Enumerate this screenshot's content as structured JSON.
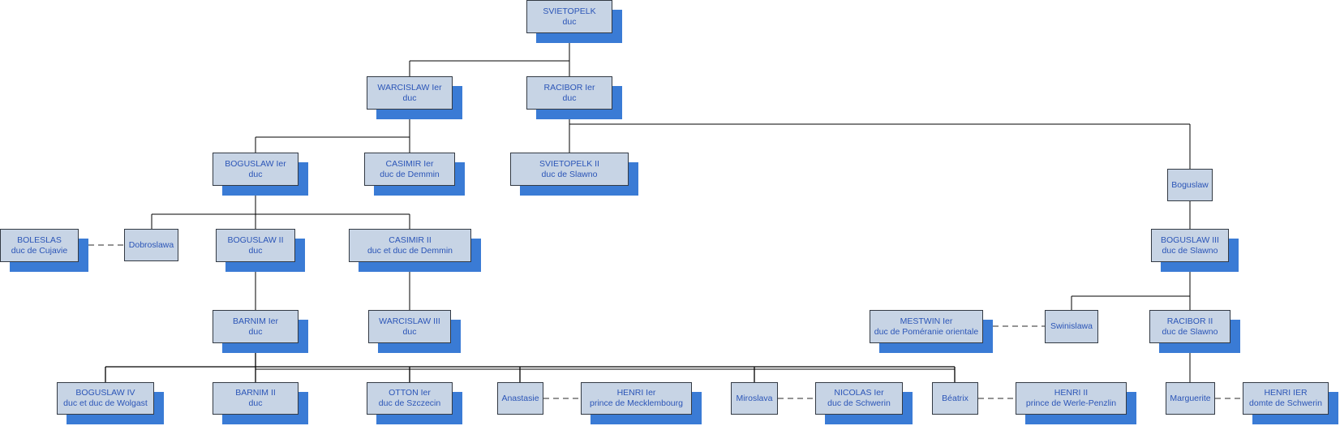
{
  "colors": {
    "box_fill": "#c7d4e5",
    "box_border": "#333a44",
    "shadow": "#3a7bd5",
    "text": "#2b55b7",
    "line": "#000000",
    "spouse_line": "#555555"
  },
  "nodes": {
    "svietopelk": {
      "name": "SVIETOPELK",
      "title": "duc"
    },
    "warcislaw1": {
      "name": "WARCISLAW Ier",
      "title": "duc"
    },
    "racibor1": {
      "name": "RACIBOR Ier",
      "title": "duc"
    },
    "boguslaw1": {
      "name": "BOGUSLAW Ier",
      "title": "duc"
    },
    "casimir1": {
      "name": "CASIMIR Ier",
      "title": "duc de Demmin"
    },
    "svietopelk2": {
      "name": "SVIETOPELK II",
      "title": "duc de Slawno"
    },
    "boguslaw_r": {
      "name": "Boguslaw",
      "title": ""
    },
    "boleslas": {
      "name": "BOLESLAS",
      "title": "duc de Cujavie"
    },
    "dobroslawa": {
      "name": "Dobroslawa",
      "title": ""
    },
    "boguslaw2": {
      "name": "BOGUSLAW II",
      "title": "duc"
    },
    "casimir2": {
      "name": "CASIMIR II",
      "title": "duc et duc de Demmin"
    },
    "boguslaw3": {
      "name": "BOGUSLAW III",
      "title": "duc de Slawno"
    },
    "barnim1": {
      "name": "BARNIM Ier",
      "title": "duc"
    },
    "warcislaw3": {
      "name": "WARCISLAW III",
      "title": "duc"
    },
    "mestwin1": {
      "name": "MESTWIN Ier",
      "title": "duc de Poméranie orientale"
    },
    "swinislawa": {
      "name": "Swinislawa",
      "title": ""
    },
    "racibor2": {
      "name": "RACIBOR II",
      "title": "duc de Slawno"
    },
    "boguslaw4": {
      "name": "BOGUSLAW IV",
      "title": "duc et duc de Wolgast"
    },
    "barnim2": {
      "name": "BARNIM II",
      "title": "duc"
    },
    "otton1": {
      "name": "OTTON Ier",
      "title": "duc de Szczecin"
    },
    "anastasie": {
      "name": "Anastasie",
      "title": ""
    },
    "henri1": {
      "name": "HENRI Ier",
      "title": "prince de Mecklembourg"
    },
    "miroslava": {
      "name": "Miroslava",
      "title": ""
    },
    "nicolas1": {
      "name": "NICOLAS Ier",
      "title": "duc de Schwerin"
    },
    "beatrix": {
      "name": "Béatrix",
      "title": ""
    },
    "henri2": {
      "name": "HENRI II",
      "title": "prince de Werle-Penzlin"
    },
    "marguerite": {
      "name": "Marguerite",
      "title": ""
    },
    "henri_ier": {
      "name": "HENRI IER",
      "title": "domte de Schwerin"
    }
  }
}
